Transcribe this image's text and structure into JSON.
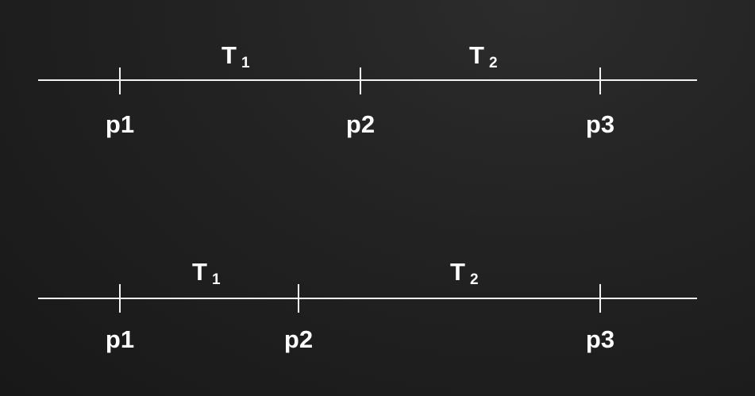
{
  "timelines": [
    {
      "points": [
        {
          "label": "p1"
        },
        {
          "label": "p2"
        },
        {
          "label": "p3"
        }
      ],
      "intervals": [
        {
          "label": "T",
          "sub": "1"
        },
        {
          "label": "T",
          "sub": "2"
        }
      ]
    },
    {
      "points": [
        {
          "label": "p1"
        },
        {
          "label": "p2"
        },
        {
          "label": "p3"
        }
      ],
      "intervals": [
        {
          "label": "T",
          "sub": "1"
        },
        {
          "label": "T",
          "sub": "2"
        }
      ]
    }
  ]
}
